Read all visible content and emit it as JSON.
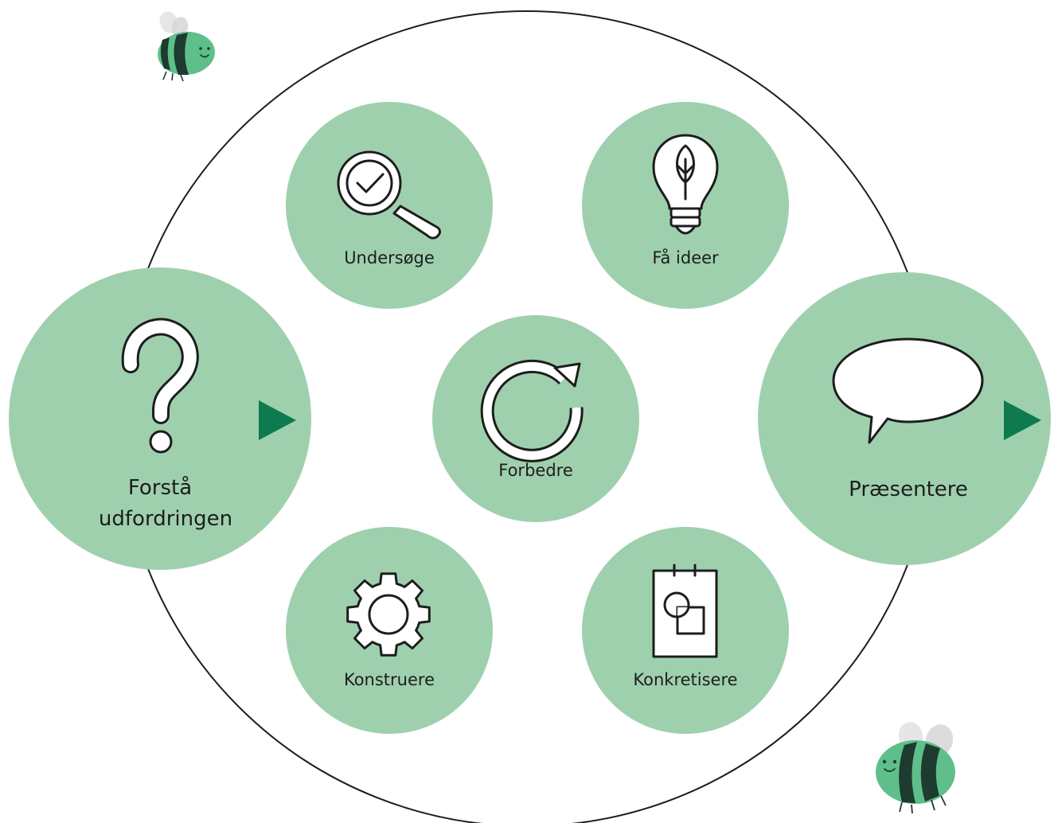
{
  "colors": {
    "circle_fill": "#9fd0ae",
    "outline": "#1d1d1d",
    "arrow": "#0e7a4f",
    "bee_body": "#5fbf8a",
    "bee_stripe": "#1d3b2f",
    "bee_wing": "#dcdcdc"
  },
  "steps": {
    "understand": {
      "line1": "Forstå",
      "line2": "udfordringen",
      "icon": "question-mark-icon"
    },
    "investigate": {
      "label": "Undersøge",
      "icon": "magnifier-check-icon"
    },
    "ideas": {
      "label": "Få ideer",
      "icon": "lightbulb-leaf-icon"
    },
    "improve": {
      "label": "Forbedre",
      "icon": "refresh-arrow-icon"
    },
    "construct": {
      "label": "Konstruere",
      "icon": "gear-icon"
    },
    "concretize": {
      "label": "Konkretisere",
      "icon": "sketchpad-shapes-icon"
    },
    "present": {
      "label": "Præsentere",
      "icon": "speech-bubble-icon"
    }
  },
  "decorations": {
    "arrow_icon": "play-arrow-icon",
    "bee_icon": "bee-icon"
  }
}
